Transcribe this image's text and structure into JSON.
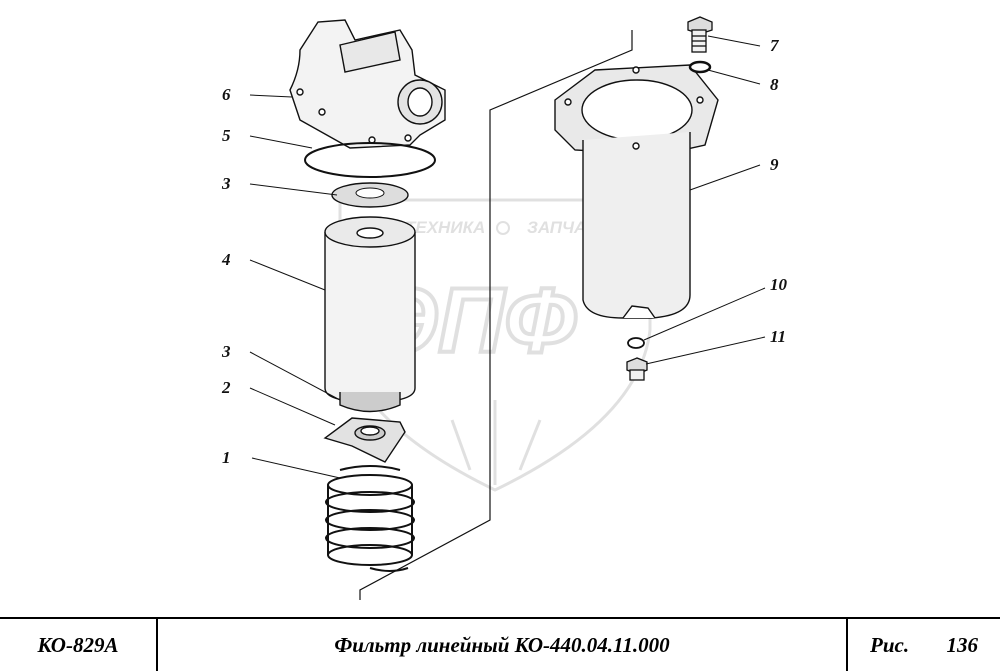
{
  "watermark": {
    "left": "ТЕХНИКА",
    "right": "ЗАПЧАСТИ",
    "logo": "ЭПФ"
  },
  "callouts": [
    {
      "id": "1"
    },
    {
      "id": "2"
    },
    {
      "id": "3a",
      "label": "3"
    },
    {
      "id": "3b",
      "label": "3"
    },
    {
      "id": "4"
    },
    {
      "id": "5"
    },
    {
      "id": "6"
    },
    {
      "id": "7"
    },
    {
      "id": "8"
    },
    {
      "id": "9"
    },
    {
      "id": "10"
    },
    {
      "id": "11"
    }
  ],
  "labels": {
    "c1": "1",
    "c2": "2",
    "c3a": "3",
    "c3b": "3",
    "c4": "4",
    "c5": "5",
    "c6": "6",
    "c7": "7",
    "c8": "8",
    "c9": "9",
    "c10": "10",
    "c11": "11"
  },
  "title_block": {
    "model": "КО-829А",
    "title": "Фильтр линейный КО-440.04.11.000",
    "fig_label": "Рис.",
    "fig_number": "136"
  },
  "colors": {
    "line": "#111111",
    "watermark": "#c8c8c8"
  }
}
